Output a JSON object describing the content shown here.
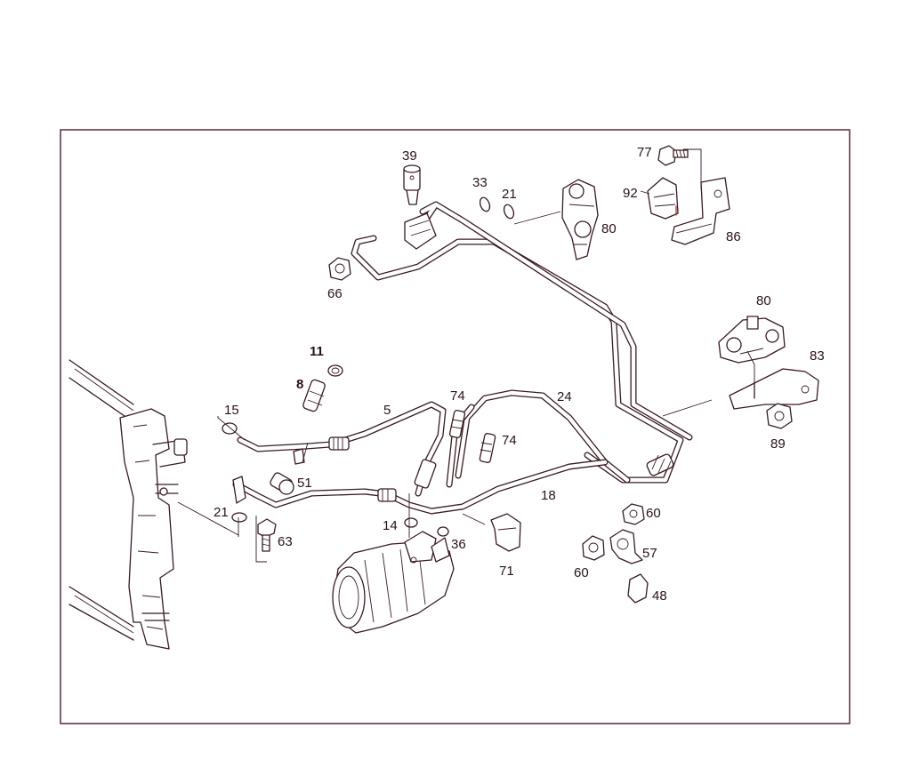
{
  "callouts": [
    {
      "id": "c39",
      "text": "39"
    },
    {
      "id": "c33",
      "text": "33"
    },
    {
      "id": "c21a",
      "text": "21"
    },
    {
      "id": "c80a",
      "text": "80"
    },
    {
      "id": "c77",
      "text": "77"
    },
    {
      "id": "c92",
      "text": "92"
    },
    {
      "id": "c86",
      "text": "86"
    },
    {
      "id": "c66",
      "text": "66"
    },
    {
      "id": "c80b",
      "text": "80"
    },
    {
      "id": "c83",
      "text": "83"
    },
    {
      "id": "c89",
      "text": "89"
    },
    {
      "id": "c11",
      "text": "11"
    },
    {
      "id": "c8",
      "text": "8"
    },
    {
      "id": "c15",
      "text": "15"
    },
    {
      "id": "c5",
      "text": "5"
    },
    {
      "id": "c74a",
      "text": "74"
    },
    {
      "id": "c24",
      "text": "24"
    },
    {
      "id": "c74b",
      "text": "74"
    },
    {
      "id": "c51",
      "text": "51"
    },
    {
      "id": "c18",
      "text": "18"
    },
    {
      "id": "c21b",
      "text": "21"
    },
    {
      "id": "c63",
      "text": "63"
    },
    {
      "id": "c14",
      "text": "14"
    },
    {
      "id": "c36",
      "text": "36"
    },
    {
      "id": "c71",
      "text": "71"
    },
    {
      "id": "c60a",
      "text": "60"
    },
    {
      "id": "c57",
      "text": "57"
    },
    {
      "id": "c60b",
      "text": "60"
    },
    {
      "id": "c48",
      "text": "48"
    }
  ],
  "colors": {
    "line": "#3a1a20",
    "frame": "#4a1c24",
    "accent": "#c0283c"
  }
}
